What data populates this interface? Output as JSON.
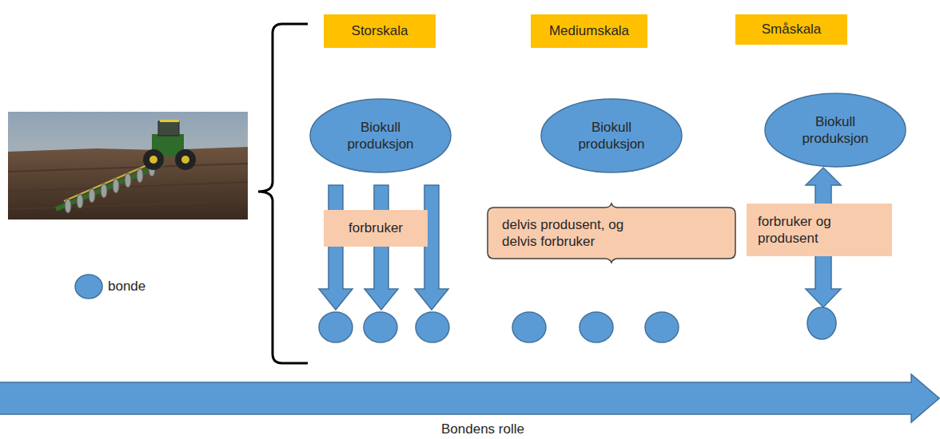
{
  "diagram": {
    "nodes": [
      {
        "text": [
          "Storskala"
        ]
      },
      {
        "text": [
          "Mediumskala"
        ]
      },
      {
        "text": [
          "Småskala"
        ]
      },
      {
        "text": [
          "Biokull produksjon"
        ]
      },
      {
        "text": [
          "Biokull produksjon"
        ]
      },
      {
        "text": [
          "Biokull produksjon"
        ]
      },
      {
        "text": [
          "forbruker"
        ]
      },
      {
        "text": [
          "delvis produsent, og delvis forbruker"
        ]
      },
      {
        "text": [
          "forbruker og produsent"
        ]
      }
    ],
    "labels": [
      "Bondens rolle"
    ],
    "legend": [
      {
        "text": "bonde"
      }
    ]
  }
}
